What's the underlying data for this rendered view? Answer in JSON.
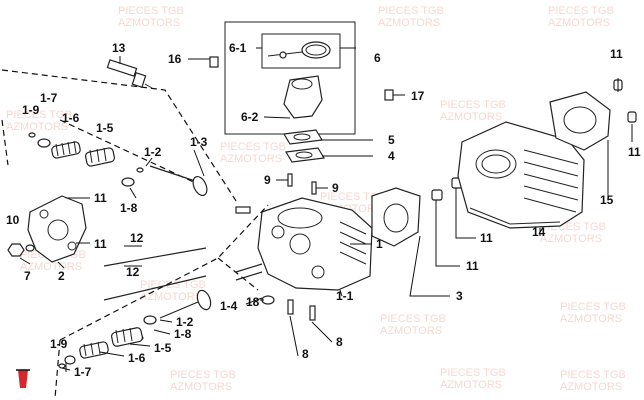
{
  "watermark": {
    "line1": "PIECES TGB",
    "line2": "AZMOTORS"
  },
  "brand": {
    "logo_color": "#d6282a"
  },
  "colors": {
    "line": "#111111",
    "watermark": "#f2b8a8"
  },
  "callouts": {
    "c13": "13",
    "c16": "16",
    "c6_1": "6-1",
    "c6": "6",
    "c6_2": "6-2",
    "c17": "17",
    "c5": "5",
    "c4": "4",
    "c1_7a": "1-7",
    "c1_9a": "1-9",
    "c1_6a": "1-6",
    "c1_5a": "1-5",
    "c1_3": "1-3",
    "c1_2a": "1-2",
    "c1_8a": "1-8",
    "c9a": "9",
    "c9b": "9",
    "c10": "10",
    "c7": "7",
    "c2": "2",
    "c11a": "11",
    "c11b": "11",
    "c12a": "12",
    "c12b": "12",
    "c1": "1",
    "c1_1": "1-1",
    "c3": "3",
    "c11c": "11",
    "c11d": "11",
    "c14": "14",
    "c15": "15",
    "c11e": "11",
    "c11f": "11",
    "c1_4": "1-4",
    "c18": "18",
    "c1_2b": "1-2",
    "c1_8b": "1-8",
    "c1_5b": "1-5",
    "c1_6b": "1-6",
    "c1_9b": "1-9",
    "c1_7b": "1-7",
    "c8a": "8",
    "c8b": "8"
  }
}
